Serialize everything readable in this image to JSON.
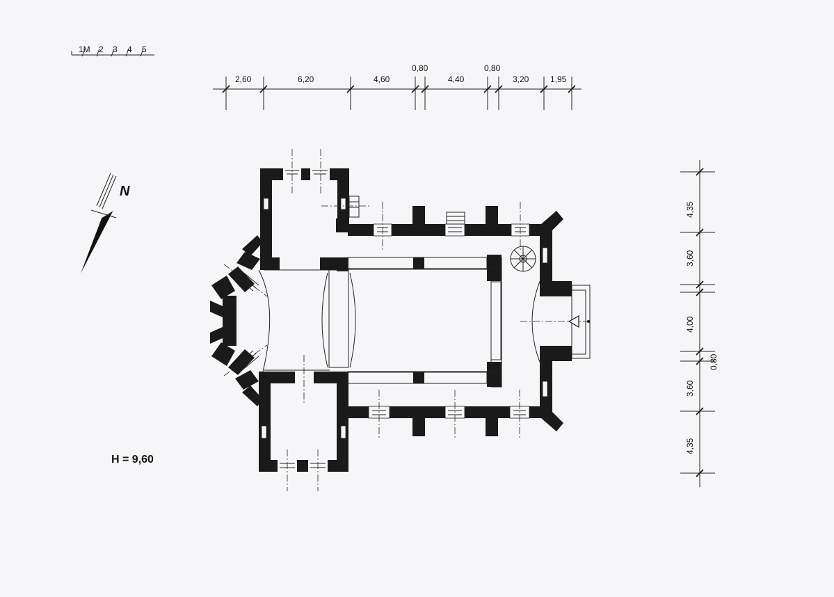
{
  "scale_bar": {
    "labels": [
      "1M",
      "2",
      "3",
      "4",
      "5"
    ]
  },
  "north": {
    "label": "N"
  },
  "height_note": "H = 9,60",
  "top_dimensions": [
    "2,60",
    "6,20",
    "4,60",
    "0,80",
    "4,40",
    "0,80",
    "3,20",
    "1,95"
  ],
  "right_dimensions": [
    "4,35",
    "3,60",
    "4,00",
    "0,80",
    "3,60",
    "4,35"
  ],
  "colors": {
    "ink": "#1a1a1a",
    "paper": "#f6f6f8"
  }
}
